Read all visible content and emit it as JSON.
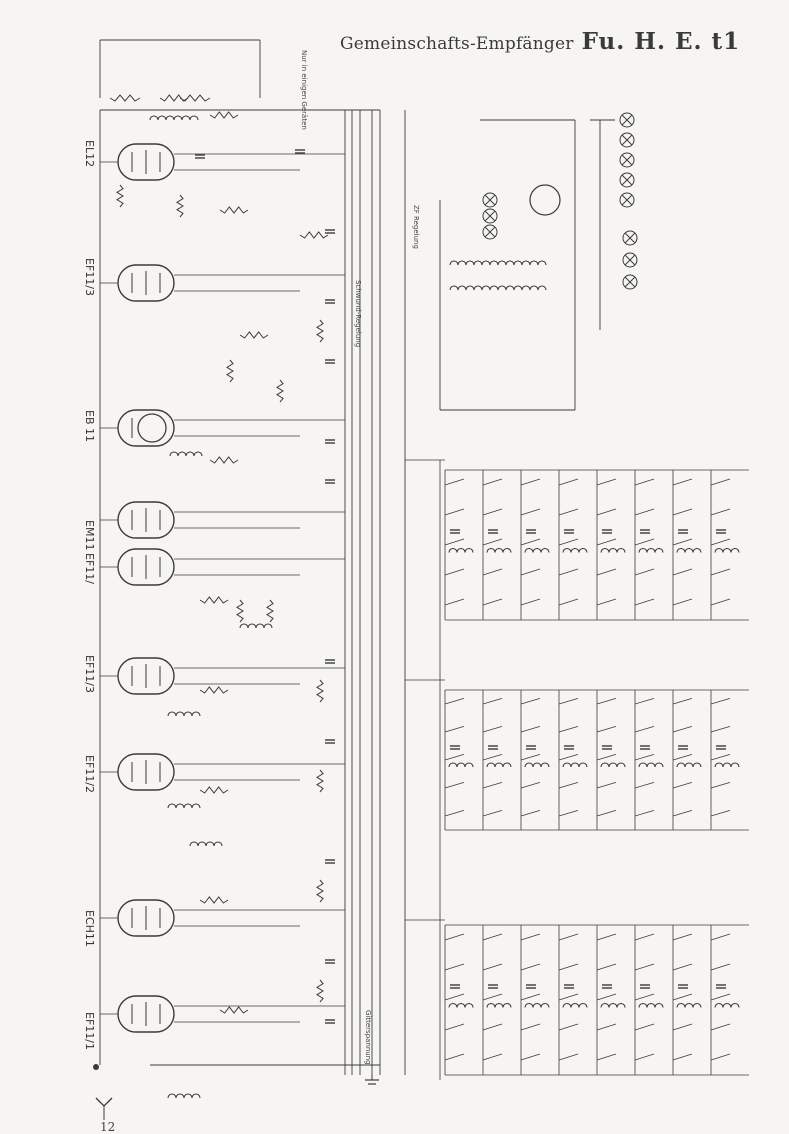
{
  "title": {
    "text": "Gemeinschafts-Empfänger",
    "model": "Fu. H. E. t1"
  },
  "tubes": [
    {
      "id": "el12",
      "label": "EL12"
    },
    {
      "id": "ef11c",
      "label": "EF11/3"
    },
    {
      "id": "eb11",
      "label": "EB 11"
    },
    {
      "id": "em11",
      "label": "EM11"
    },
    {
      "id": "ef11d",
      "label": "EF11/"
    },
    {
      "id": "ef11e",
      "label": "EF11/3"
    },
    {
      "id": "ef11b",
      "label": "EF11/2"
    },
    {
      "id": "ech11",
      "label": "ECH11"
    },
    {
      "id": "ef11a",
      "label": "EF11/1"
    }
  ],
  "notes": {
    "n1": "Nur in einigen Geräten",
    "n2": "ZF Regelung",
    "n3": "Schwund-Regelung",
    "n4": "Gitterspannung"
  },
  "page_number": "12"
}
